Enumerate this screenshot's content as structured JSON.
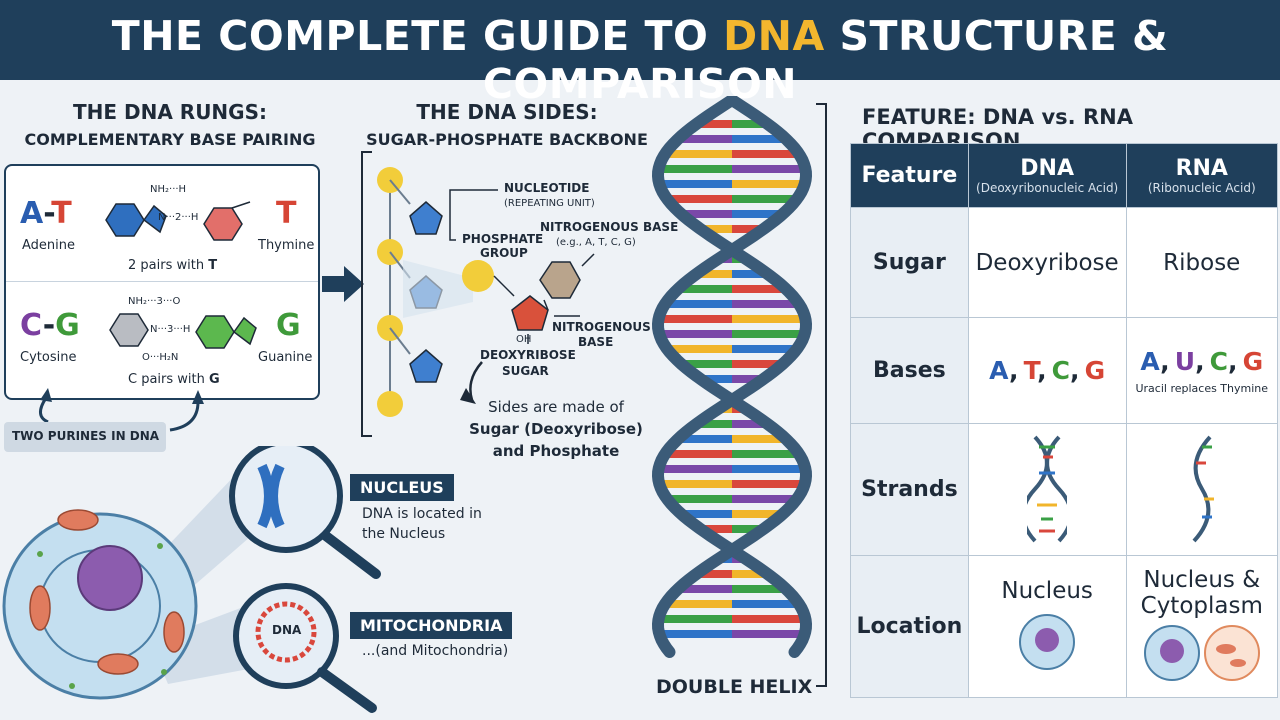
{
  "header": {
    "title_before": "THE COMPLETE GUIDE TO ",
    "title_highlight": "DNA",
    "title_after": " STRUCTURE & COMPARISON"
  },
  "colors": {
    "navy": "#1f3f5b",
    "yellow": "#f3b62e",
    "adenine": "#2a5db0",
    "thymine": "#d64535",
    "cytosine": "#7b3fa0",
    "guanine": "#3f9a3a",
    "uracil": "#7b3fa0",
    "rung_green": "#3aa046",
    "rung_yellow": "#f1b52b",
    "rung_red": "#d9473c",
    "rung_blue": "#2f74c8",
    "rung_purple": "#7a48a8"
  },
  "rungs": {
    "heading": "THE DNA RUNGS:",
    "subheading": "COMPLEMENTARY BASE PAIRING",
    "at": {
      "a": "A",
      "dash": "-",
      "t": "T",
      "left_name": "Adenine",
      "right_letter": "T",
      "right_name": "Thymine",
      "h_top": "NH₂···H",
      "h_mid": "N···2···H",
      "caption_pre": "2 pairs with ",
      "caption_letter": "T"
    },
    "cg": {
      "c": "C",
      "dash": "-",
      "g": "G",
      "left_name": "Cytosine",
      "right_letter": "G",
      "right_name": "Guanine",
      "h_top": "NH₂···3···O",
      "h_mid": "N···3···H",
      "h_bot": "O···H₂N",
      "caption_pre": "C pairs with ",
      "caption_letter": "G"
    },
    "purines_note": "TWO PURINES IN DNA"
  },
  "sides": {
    "heading": "THE DNA SIDES:",
    "subheading": "SUGAR-PHOSPHATE BACKBONE",
    "nucleotide": "NUCLEOTIDE",
    "nucleotide_sub": "(REPEATING UNIT)",
    "nitro_base": "NITROGENOUS BASE",
    "nitro_base_sub": "(e.g., A, T, C, G)",
    "phosphate_1": "PHOSPHATE",
    "phosphate_2": "GROUP",
    "nitro_2a": "NITROGENOUS",
    "nitro_2b": "BASE",
    "oh": "OH",
    "deoxy_1": "DEOXYRIBOSE",
    "deoxy_2": "SUGAR",
    "note_1": "Sides are made of",
    "note_2": "Sugar (Deoxyribose)",
    "note_3": "and Phosphate"
  },
  "helix": {
    "label": "DOUBLE HELIX"
  },
  "cell": {
    "nucleus_tag": "NUCLEUS",
    "nucleus_text_1": "DNA is located in",
    "nucleus_text_2": "the Nucleus",
    "mito_tag": "MITOCHONDRIA",
    "mito_text": "...(and Mitochondria)",
    "dna_ring": "DNA"
  },
  "comparison": {
    "heading": "FEATURE: DNA vs. RNA COMPARISON",
    "col_feature": "Feature",
    "col_dna": "DNA",
    "col_dna_sub": "(Deoxyribonucleic Acid)",
    "col_rna": "RNA",
    "col_rna_sub": "(Ribonucleic Acid)",
    "rows": {
      "sugar": {
        "label": "Sugar",
        "dna": "Deoxyribose",
        "rna": "Ribose"
      },
      "bases": {
        "label": "Bases",
        "dna": [
          "A",
          "T",
          "C",
          "G"
        ],
        "rna": [
          "A",
          "U",
          "C",
          "G"
        ],
        "sep": ",",
        "rna_note": "Uracil replaces Thymine"
      },
      "strands": {
        "label": "Strands"
      },
      "location": {
        "label": "Location",
        "dna": "Nucleus",
        "rna_1": "Nucleus &",
        "rna_2": "Cytoplasm"
      }
    }
  }
}
